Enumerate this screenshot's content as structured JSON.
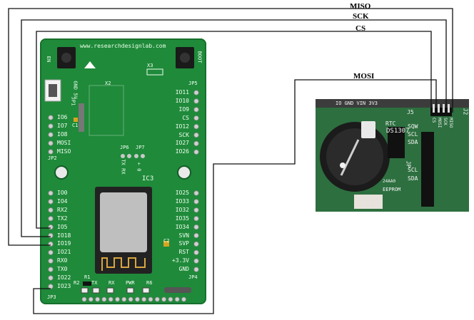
{
  "board": {
    "url": "www.researchdesignlab.com",
    "button_left": "EN",
    "button_right": "BOOT",
    "jp1": "JP1",
    "jp1_pins": "GND 5V",
    "x2": "X2",
    "x3": "X3",
    "ic3": "IC3",
    "c1": "C1",
    "c2": "C2",
    "r1": "R1",
    "r2": "R2",
    "r6": "R6",
    "jp2": "JP2",
    "jp3": "JP3",
    "jp4": "JP4",
    "jp5": "JP5",
    "jp6": "JP6",
    "jp7": "JP7",
    "jp6_pins": "TX RX",
    "jp7_pins": "+ 0",
    "left_pins_top": [
      "IO6",
      "IO7",
      "IO8",
      "MOSI",
      "MISO"
    ],
    "left_pins_bottom": [
      "IO0",
      "IO4",
      "RX2",
      "TX2",
      "IO5",
      "IO18",
      "IO19",
      "IO21",
      "RX0",
      "TX0",
      "IO22",
      "IO23"
    ],
    "right_pins_top": [
      "IO11",
      "IO10",
      "IO9",
      "CS",
      "IO12",
      "SCK",
      "IO27",
      "IO26"
    ],
    "right_pins_bottom": [
      "IO25",
      "IO33",
      "IO32",
      "IO35",
      "IO34",
      "SVN",
      "SVP",
      "RST",
      "+3.3V",
      "GND"
    ],
    "leds": [
      "TX",
      "RX",
      "PWR"
    ]
  },
  "rtc_module": {
    "title": "RTC",
    "chip": "DS1307",
    "eeprom": "24AA0",
    "eeprom_label": "EEPROM",
    "j5": "J5",
    "j2": "J2",
    "sqw": "SQW",
    "scl": "SCL",
    "sda": "SDA",
    "jp_scl": "SCL",
    "jp_sda": "SDA",
    "jp": "JP",
    "header_labels": [
      "CS",
      "MOSI",
      "SCK",
      "MISO"
    ],
    "top_labels": "IO  GND VIN 3V3"
  },
  "signals": {
    "miso": "MISO",
    "sck": "SCK",
    "cs": "CS",
    "mosi": "MOSI"
  }
}
